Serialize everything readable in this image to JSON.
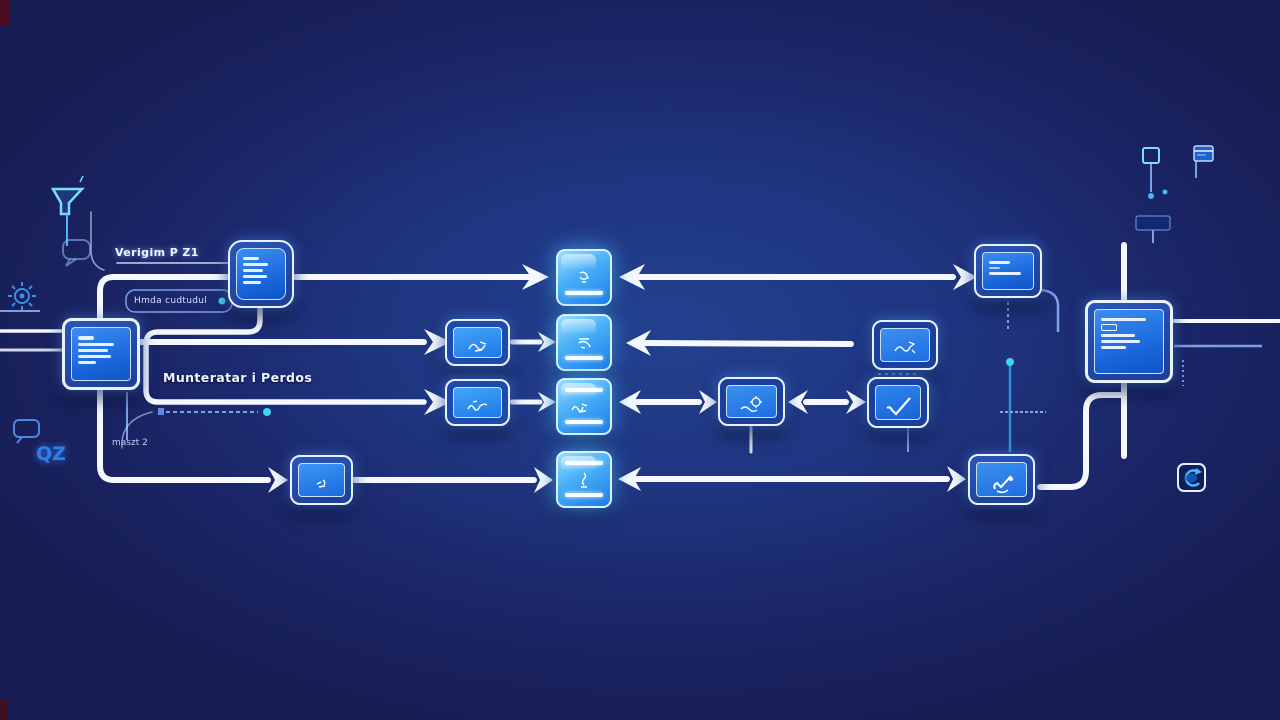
{
  "title": "Blue process flow diagram",
  "labels": {
    "version_tag": "Verigim P Z1",
    "trace_note": "Hmda cudtudul",
    "monitors_caption": "Munteratar i Perdos",
    "mast_tag": "maszt 2",
    "qz_tag": "QZ"
  },
  "colors": {
    "background_center": "#23418f",
    "background_edge": "#171c52",
    "node_screen_blue": "#1f78e8",
    "glossy_cyan": "#9adeff",
    "arrow_white": "#f5f8ff",
    "trace_blue": "#8fb6ff",
    "accent_cyan": "#3fd4ef",
    "corner_red": "#4a0c20"
  },
  "nodes": [
    {
      "id": "source-monitor",
      "icon": "window-list-icon"
    },
    {
      "id": "document-node",
      "icon": "document-list-icon"
    },
    {
      "id": "hub-1",
      "icon": "scribble-icon"
    },
    {
      "id": "hub-2",
      "icon": "scribble-icon"
    },
    {
      "id": "hub-3",
      "icon": "scribble-icon"
    },
    {
      "id": "hub-4",
      "icon": "scribble-icon"
    },
    {
      "id": "process-left-1",
      "icon": "scribble-icon"
    },
    {
      "id": "process-left-2",
      "icon": "scribble-icon"
    },
    {
      "id": "ingest-node",
      "icon": "scribble-icon"
    },
    {
      "id": "relay-node",
      "icon": "gear-scribble-icon"
    },
    {
      "id": "monitor-right",
      "icon": "window-list-icon"
    },
    {
      "id": "process-right-1",
      "icon": "gear-scribble-icon"
    },
    {
      "id": "check-node",
      "icon": "checkmark-icon"
    },
    {
      "id": "approve-node",
      "icon": "check-hand-icon"
    },
    {
      "id": "output-monitor",
      "icon": "window-list-icon"
    }
  ],
  "decorations": [
    {
      "icon": "funnel-icon"
    },
    {
      "icon": "speech-bubble-icon"
    },
    {
      "icon": "gear-icon"
    },
    {
      "icon": "chat-bubble-icon"
    },
    {
      "icon": "mini-square-icon"
    },
    {
      "icon": "mini-window-icon"
    },
    {
      "icon": "refresh-icon"
    }
  ]
}
